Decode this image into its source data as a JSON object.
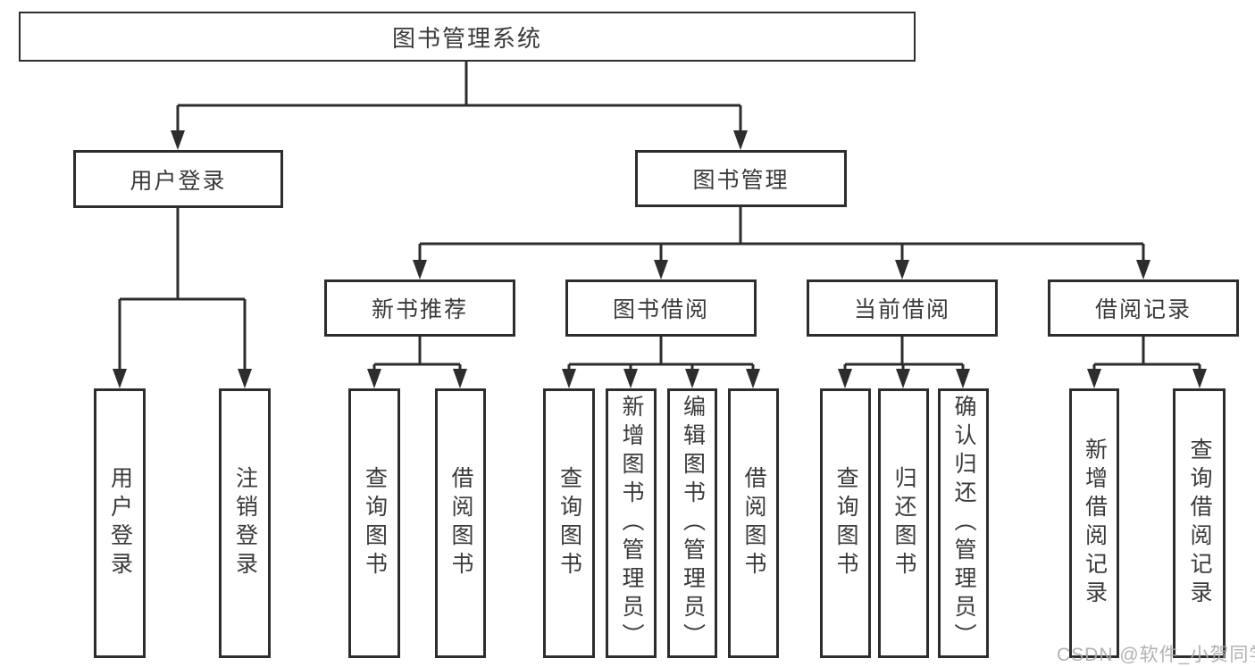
{
  "tree": {
    "root": {
      "label": "图书管理系统"
    },
    "branches": [
      {
        "label": "用户登录",
        "children": [
          {
            "label": "用户登录"
          },
          {
            "label": "注销登录"
          }
        ]
      },
      {
        "label": "图书管理",
        "children": [
          {
            "label": "新书推荐",
            "children": [
              {
                "label": "查询图书"
              },
              {
                "label": "借阅图书"
              }
            ]
          },
          {
            "label": "图书借阅",
            "children": [
              {
                "label": "查询图书"
              },
              {
                "label": "新增图书（管理员）"
              },
              {
                "label": "编辑图书（管理员）"
              },
              {
                "label": "借阅图书"
              }
            ]
          },
          {
            "label": "当前借阅",
            "children": [
              {
                "label": "查询图书"
              },
              {
                "label": "归还图书"
              },
              {
                "label": "确认归还（管理员）"
              }
            ]
          },
          {
            "label": "借阅记录",
            "children": [
              {
                "label": "新增借阅记录"
              },
              {
                "label": "查询借阅记录"
              }
            ]
          }
        ]
      }
    ]
  },
  "watermark": {
    "text": "CSDN @软件_小贺同学",
    "color": "#ababab"
  },
  "colors": {
    "line": "#2d2d2d",
    "box_border": "#2d2d2d",
    "text": "#3a3a3a",
    "background": "#ffffff"
  }
}
